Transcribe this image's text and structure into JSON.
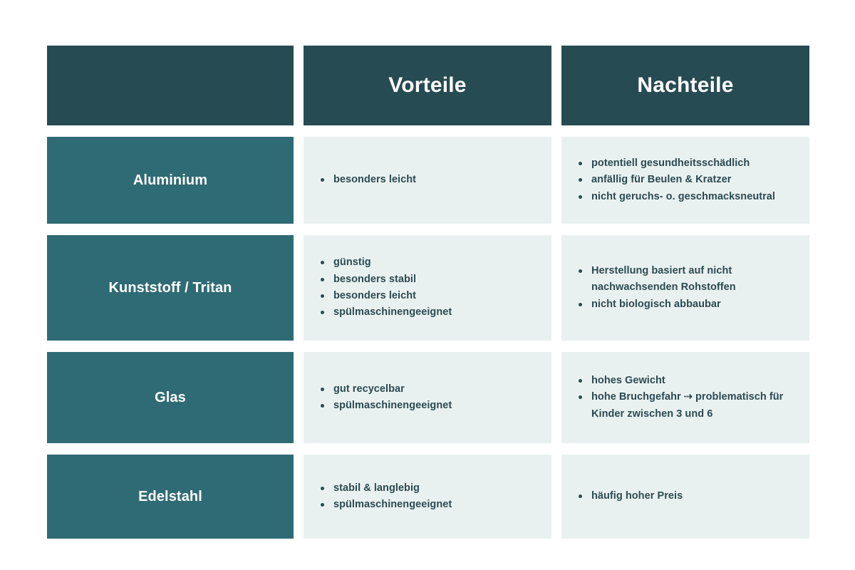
{
  "colors": {
    "header_bg": "#274b52",
    "label_bg": "#2f6b74",
    "cell_bg": "#e9f1f0",
    "text_dark": "#2b4a52",
    "text_light": "#ffffff",
    "page_bg": "#ffffff"
  },
  "table": {
    "columns": {
      "corner_label": "",
      "pros_label": "Vorteile",
      "cons_label": "Nachteile"
    },
    "rows": [
      {
        "material": "Aluminium",
        "pros": [
          "besonders leicht"
        ],
        "cons": [
          "potentiell gesundheitsschädlich",
          "anfällig für Beulen & Kratzer",
          "nicht geruchs- o. geschmacksneutral"
        ]
      },
      {
        "material": "Kunststoff / Tritan",
        "pros": [
          "günstig",
          "besonders stabil",
          "besonders leicht",
          "spülmaschinengeeignet"
        ],
        "cons": [
          "Herstellung basiert auf nicht nachwachsenden Rohstoffen",
          "nicht biologisch abbaubar"
        ]
      },
      {
        "material": "Glas",
        "pros": [
          "gut recycelbar",
          "spülmaschinengeeignet"
        ],
        "cons": [
          "hohes Gewicht",
          "hohe Bruchgefahr ⇢ problematisch für Kinder zwischen 3 und 6"
        ]
      },
      {
        "material": "Edelstahl",
        "pros": [
          "stabil & langlebig",
          "spülmaschinengeeignet"
        ],
        "cons": [
          "häufig hoher Preis"
        ]
      }
    ]
  }
}
